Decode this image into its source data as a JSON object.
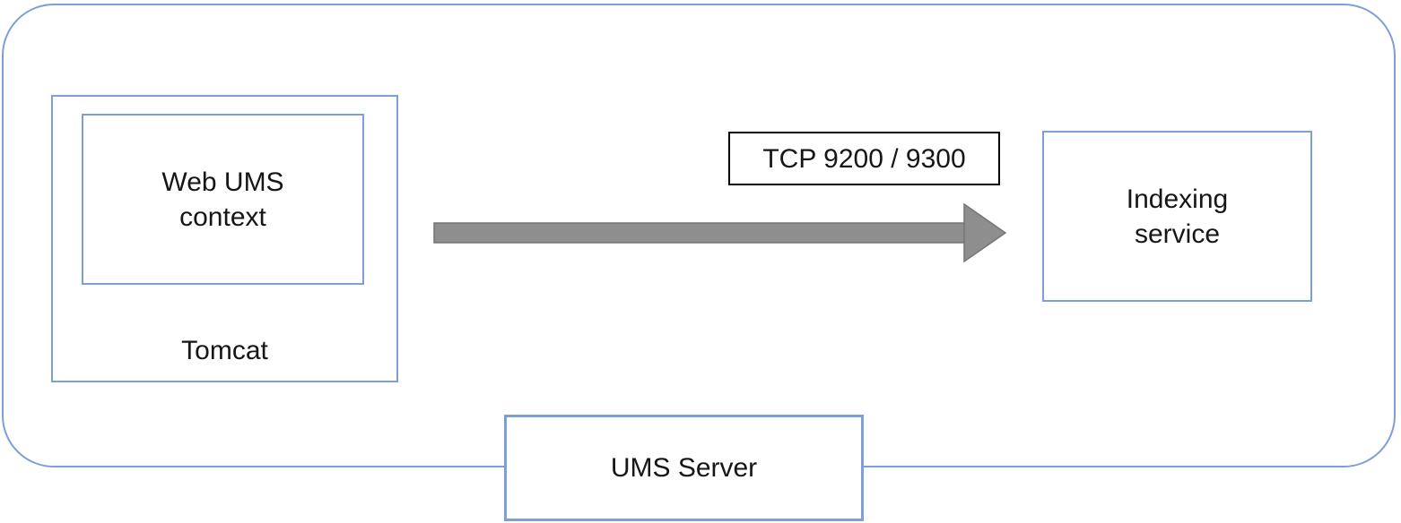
{
  "diagram": {
    "nodes": {
      "web_ums_context": {
        "label": "Web UMS context"
      },
      "tomcat": {
        "label": "Tomcat"
      },
      "indexing_service": {
        "label": "Indexing service"
      },
      "ums_server": {
        "label": "UMS Server"
      }
    },
    "connection": {
      "label": "TCP 9200 / 9300",
      "direction": "left-to-right"
    },
    "colors": {
      "node_border": "#7E9ED8",
      "label_border": "#000000",
      "arrow_fill": "#8E8E8E",
      "arrow_stroke": "#757575",
      "text": "#161616",
      "background": "#FFFFFF"
    }
  }
}
